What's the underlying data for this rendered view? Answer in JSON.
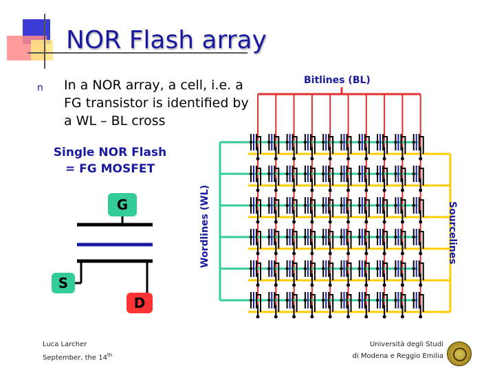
{
  "slide": {
    "title": "NOR Flash array",
    "bullet": "In a NOR array, a cell, i.e. a FG transistor is identified by a WL – BL cross",
    "bullet_marker": "n"
  },
  "device": {
    "label_line1": "Single NOR Flash",
    "label_line2": "= FG MOSFET",
    "gate": "G",
    "source": "S",
    "drain": "D"
  },
  "array": {
    "bitlines_label": "Bitlines (BL)",
    "wordlines_label": "Wordlines (WL)",
    "sourcelines_label": "Sourcelines",
    "rows": 6,
    "columns": 10,
    "colors": {
      "bitline": "#e03030",
      "wordline": "#33cc99",
      "sourceline": "#ffcc00",
      "cell": "#000000"
    }
  },
  "footer": {
    "author": "Luca Larcher",
    "date_prefix": "September, the 14",
    "date_suffix": "th",
    "university_line1": "Università degli Studi",
    "university_line2": "di Modena e Reggio Emilia"
  }
}
